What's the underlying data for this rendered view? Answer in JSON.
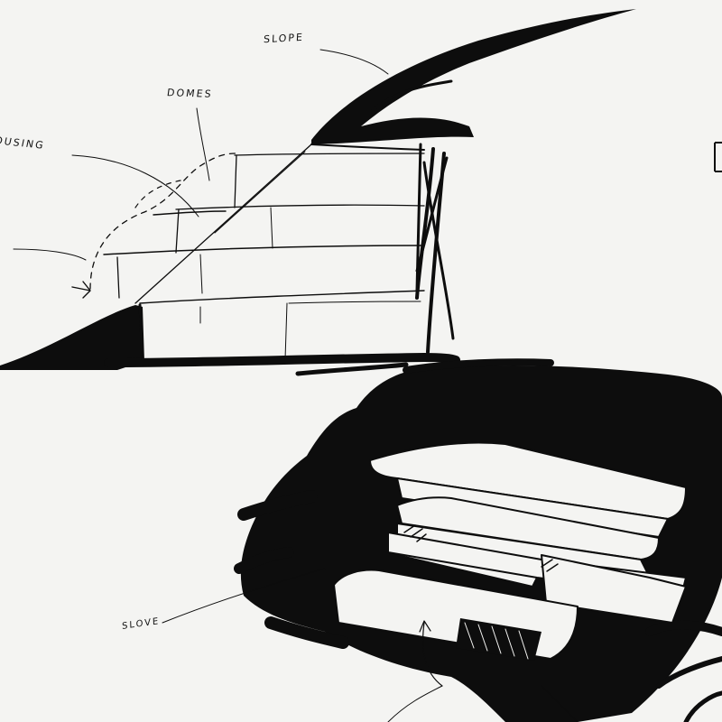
{
  "labels": {
    "slope": "SLOPE",
    "domes": "DOMES",
    "housing": "OUSING",
    "stove": "SLOVE"
  },
  "colors": {
    "paper": "#f4f4f2",
    "ink": "#0d0d0d"
  }
}
